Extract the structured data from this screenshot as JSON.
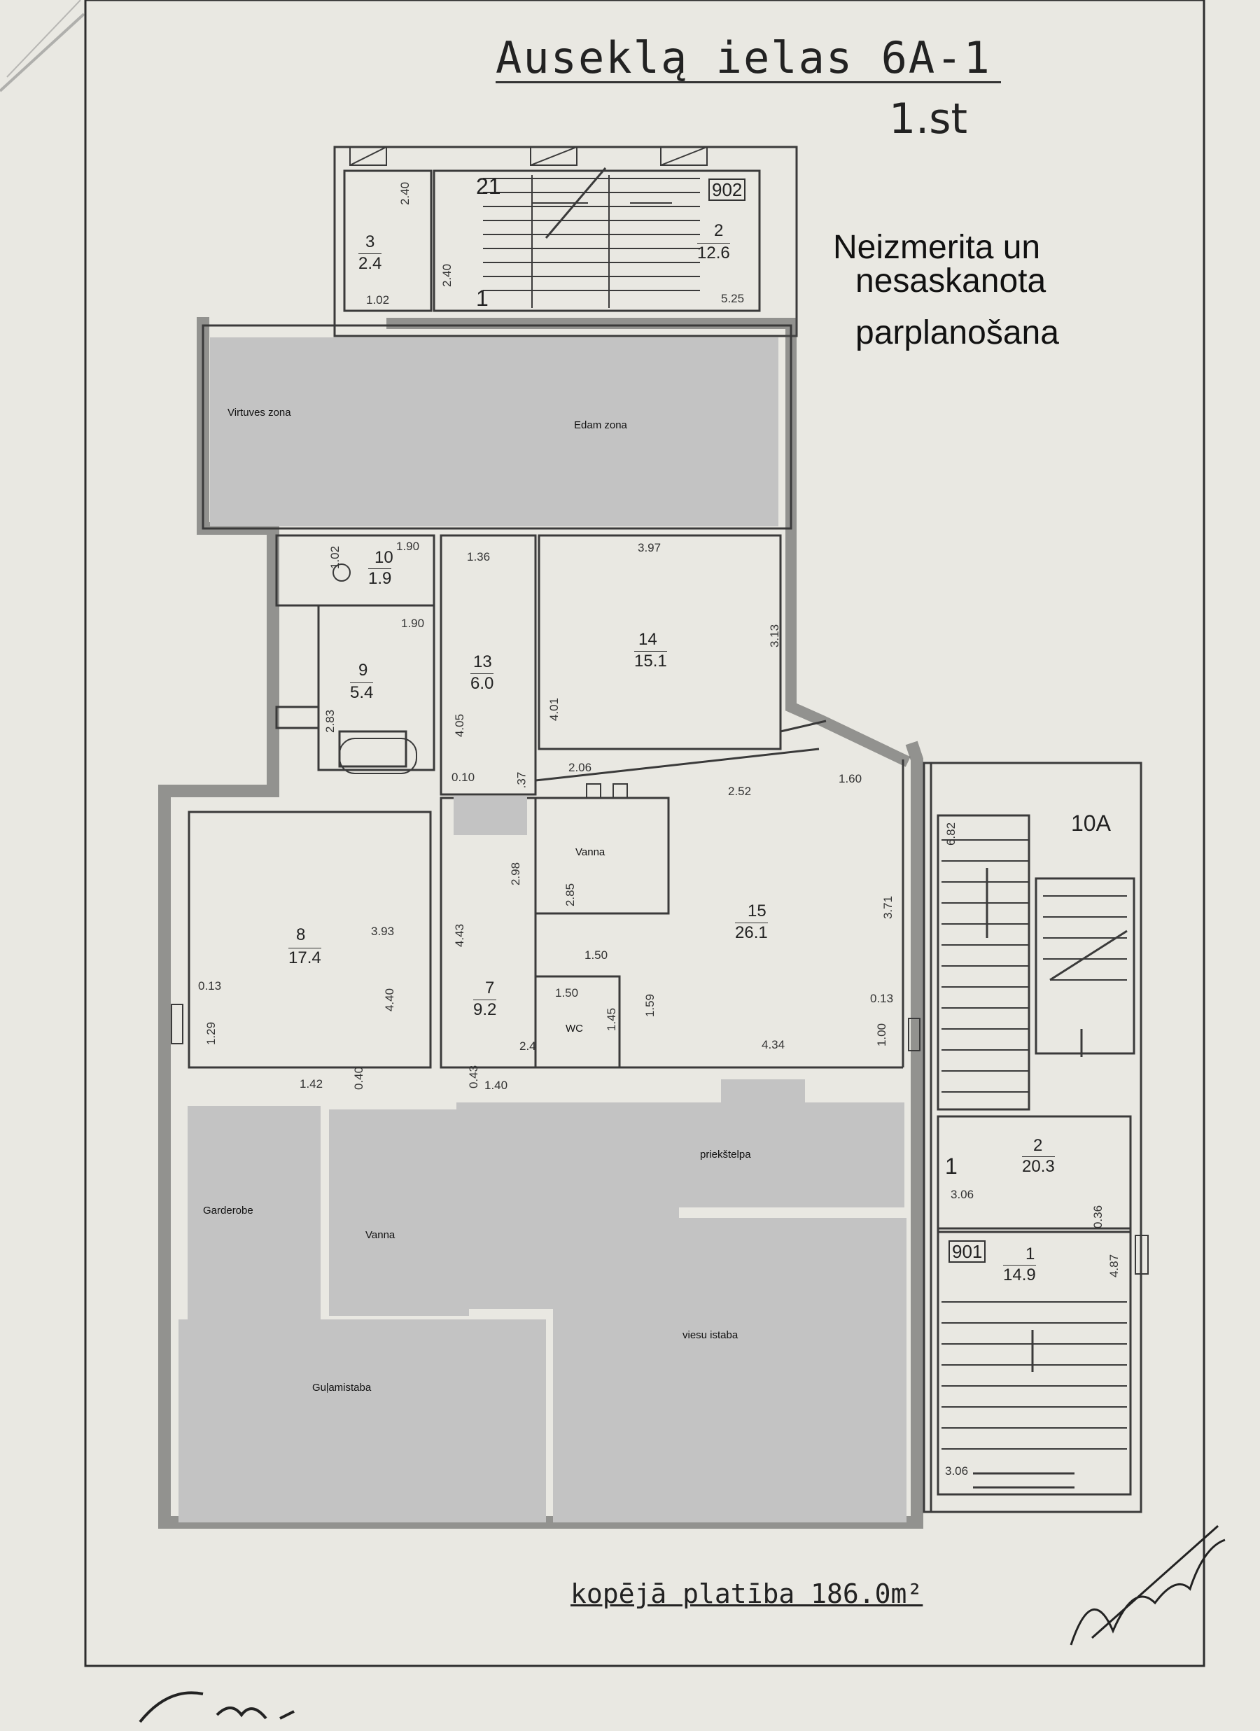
{
  "title": "Auseklą ielas 6A-1",
  "floor": "1.st",
  "note": {
    "line1": "Neizmerita un",
    "line2": "nesaskanota",
    "line3": "parplanošana"
  },
  "total_area": "kopējā platība 186.0m²",
  "overlay_labels": {
    "kitchen": "Virtuves zona",
    "dining": "Edam zona",
    "bath_small": "Vanna",
    "wc": "WC",
    "hall": "priekštelpa",
    "wardrobe": "Garderobe",
    "bath_lower": "Vanna",
    "bedroom": "Guļamistaba",
    "living": "viesu istaba"
  },
  "rooms": [
    {
      "no": "3",
      "area": "2.4"
    },
    {
      "no": "2",
      "area": "12.6"
    },
    {
      "no": "10",
      "area": "1.9"
    },
    {
      "no": "9",
      "area": "5.4"
    },
    {
      "no": "13",
      "area": "6.0"
    },
    {
      "no": "14",
      "area": "15.1"
    },
    {
      "no": "8",
      "area": "17.4"
    },
    {
      "no": "7",
      "area": "9.2"
    },
    {
      "no": "15",
      "area": "26.1"
    },
    {
      "no": "2",
      "area": "20.3"
    },
    {
      "no": "1",
      "area": "14.9"
    }
  ],
  "codes": {
    "stair_top": "902",
    "stair_right": "901",
    "right_unit": "10A",
    "top_door": "21",
    "top_marker": "1",
    "right_marker": "1"
  },
  "dims": {
    "d240a": "2.40",
    "d240b": "2.40",
    "d102": "1.02",
    "d525": "5.25",
    "d190a": "1.90",
    "d102b": "1.02",
    "d136": "1.36",
    "d397": "3.97",
    "d190b": "1.90",
    "d313": "3.13",
    "d283": "2.83",
    "d405": "4.05",
    "d401": "4.01",
    "d206": "2.06",
    "d010": "0.10",
    "d37": ".37",
    "d252": "2.52",
    "d160": "1.60",
    "d682": "6.82",
    "d298": "2.98",
    "d285": "2.85",
    "d393": "3.93",
    "d443": "4.43",
    "d371": "3.71",
    "d150a": "1.50",
    "d150b": "1.50",
    "d013a": "0.13",
    "d440": "4.40",
    "d145": "1.45",
    "d159": "1.59",
    "d013b": "0.13",
    "d129": "1.29",
    "d24": "2.4",
    "d434": "4.34",
    "d100": "1.00",
    "d142": "1.42",
    "d040": "0.40",
    "d043": "0.43",
    "d140": "1.40",
    "d306a": "3.06",
    "d036": "0.36",
    "d487": "4.87",
    "d306b": "3.06"
  },
  "colors": {
    "paper": "#e9e8e2",
    "overlay": "#c3c3c3",
    "line": "#3a3a3a"
  }
}
